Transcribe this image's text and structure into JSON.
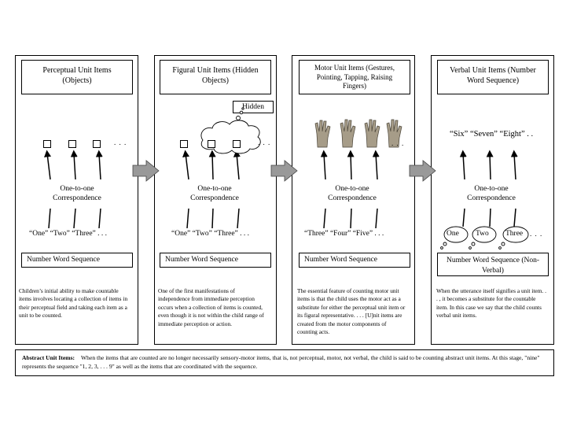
{
  "columns": [
    {
      "title": "Perceptual Unit Items (Objects)",
      "correspondence": "One-to-one Correspondence",
      "sequence": "“One”  “Two”  “Three” . . .",
      "bottom_label": "Number Word Sequence",
      "description": "Children’s initial ability to make countable items involves locating a collection of items in their perceptual field and taking each item as a unit to be counted."
    },
    {
      "title": "Figural Unit Items (Hidden Objects)",
      "hidden_label": "Hidden",
      "correspondence": "One-to-one Correspondence",
      "sequence": "“One”  “Two”  “Three” . . .",
      "bottom_label": "Number Word Sequence",
      "description": "One of the first manifestations of independence from immediate perception occurs when a collection of items is counted, even though it is not within the child range of immediate perception or action."
    },
    {
      "title": "Motor Unit Items (Gestures, Pointing, Tapping, Raising Fingers)",
      "correspondence": "One-to-one Correspondence",
      "sequence": "“Three”  “Four”  “Five” . . .",
      "bottom_label": "Number Word Sequence",
      "description": "The essential feature of counting motor unit items is that the child uses the motor act as a substitute for either the perceptual unit item or its figural representative. . . . [U]nit items are created from the motor components of counting acts."
    },
    {
      "title": "Verbal Unit Items (Number Word Sequence)",
      "top_words": "“Six”  “Seven”  “Eight” . .",
      "correspondence": "One-to-one Correspondence",
      "bubble_words": [
        "One",
        "Two",
        "Three"
      ],
      "bottom_label": "Number Word Sequence (Non-Verbal)",
      "description": "When the utterance itself signifies a unit item. . . , it becomes a substitute for the countable item. In this case we say that the child counts verbal unit items."
    }
  ],
  "ellipsis": ". . .",
  "abstract": {
    "lead": "Abstract Unit Items:",
    "text": "When the items that are counted are no longer necessarily sensory-motor items, that is, not perceptual, motor, not verbal, the child is said to be counting abstract unit items. At this stage, \"nine\" represents the sequence \"1, 2, 3, . . . 9\" as well as the items that are coordinated with the sequence."
  },
  "colors": {
    "arrow_fill": "#999999",
    "line": "#000000"
  },
  "icons": [
    "square-item-icon",
    "thought-cloud-icon",
    "hand-icon",
    "arrow-right-icon",
    "arrow-up-icon"
  ]
}
